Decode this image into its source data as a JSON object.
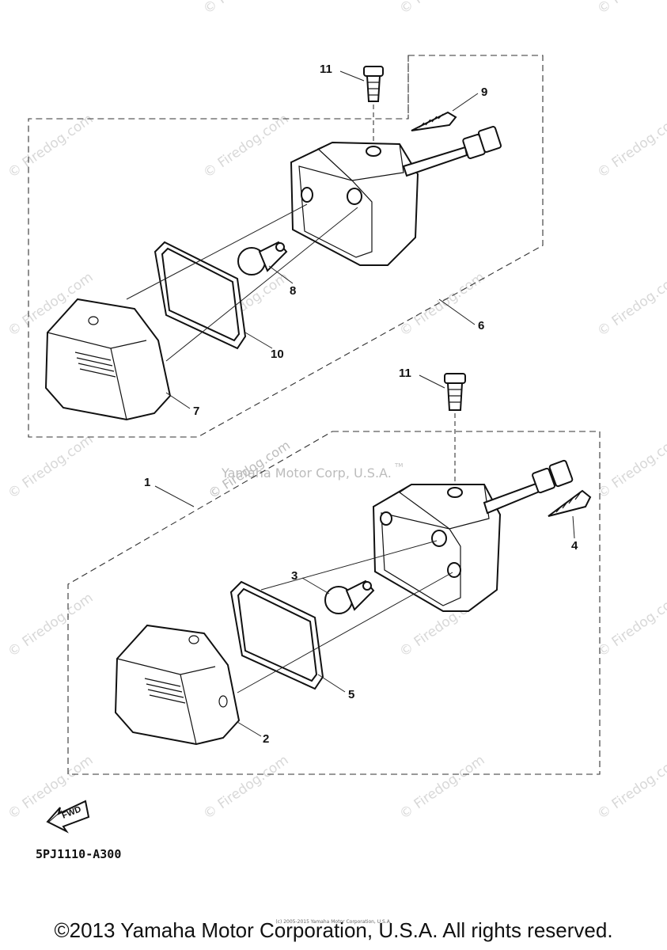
{
  "watermark": "© Firedog.com",
  "center_watermark": {
    "company": "Yamaha Motor Corp, U.S.A.",
    "tm": "TM",
    "site": "© Firedog.com"
  },
  "callouts": {
    "c1": "1",
    "c2": "2",
    "c3": "3",
    "c4": "4",
    "c5": "5",
    "c6": "6",
    "c7": "7",
    "c8": "8",
    "c9": "9",
    "c10": "10",
    "c11_top": "11",
    "c11_bottom": "11"
  },
  "fwd_label": "FWD",
  "diagram_code": "5PJ1110-A300",
  "small_copyright": "(c) 2005-2015 Yamaha Motor Corporation, U.S.A.",
  "copyright": "©2013 Yamaha Motor Corporation, U.S.A. All rights reserved."
}
